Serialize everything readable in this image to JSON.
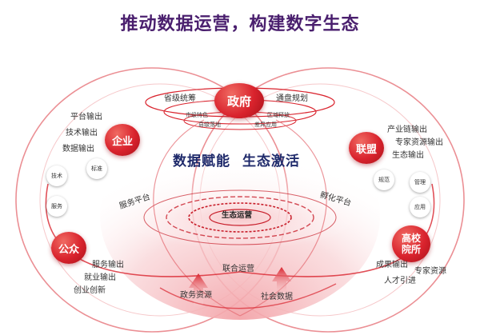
{
  "title": "推动数据运营，构建数字生态",
  "center": {
    "headline_left": "数据赋能",
    "headline_right": "生态激活",
    "core": "生态运营"
  },
  "nodes": {
    "gov": "政府",
    "enterprise": "企业",
    "alliance": "联盟",
    "public": "公众",
    "university_line1": "高校",
    "university_line2": "院所"
  },
  "gov_labels": [
    "省级统筹",
    "通盘规划",
    "市级特色",
    "区域释放",
    "县级落地",
    "差异应用"
  ],
  "enterprise_labels": [
    "平台输出",
    "技术输出",
    "数据输出"
  ],
  "enterprise_chip": "标准",
  "left_chips": [
    "技术",
    "服务"
  ],
  "public_labels": [
    "服务输出",
    "就业输出",
    "创业创新"
  ],
  "alliance_labels": [
    "产业链输出",
    "专家资源输出",
    "生态输出"
  ],
  "right_chips": [
    "规范",
    "管理",
    "应用"
  ],
  "university_labels": [
    "成果输出",
    "专家资源",
    "人才引进"
  ],
  "platforms": {
    "left": "服务平台",
    "right": "孵化平台",
    "bottom": "联合运营"
  },
  "bottom_inputs": {
    "left": "政务资源",
    "right": "社会数据"
  },
  "colors": {
    "accent": "#d9232d",
    "title": "#4a1f6e",
    "headline": "#1f2a6b"
  }
}
